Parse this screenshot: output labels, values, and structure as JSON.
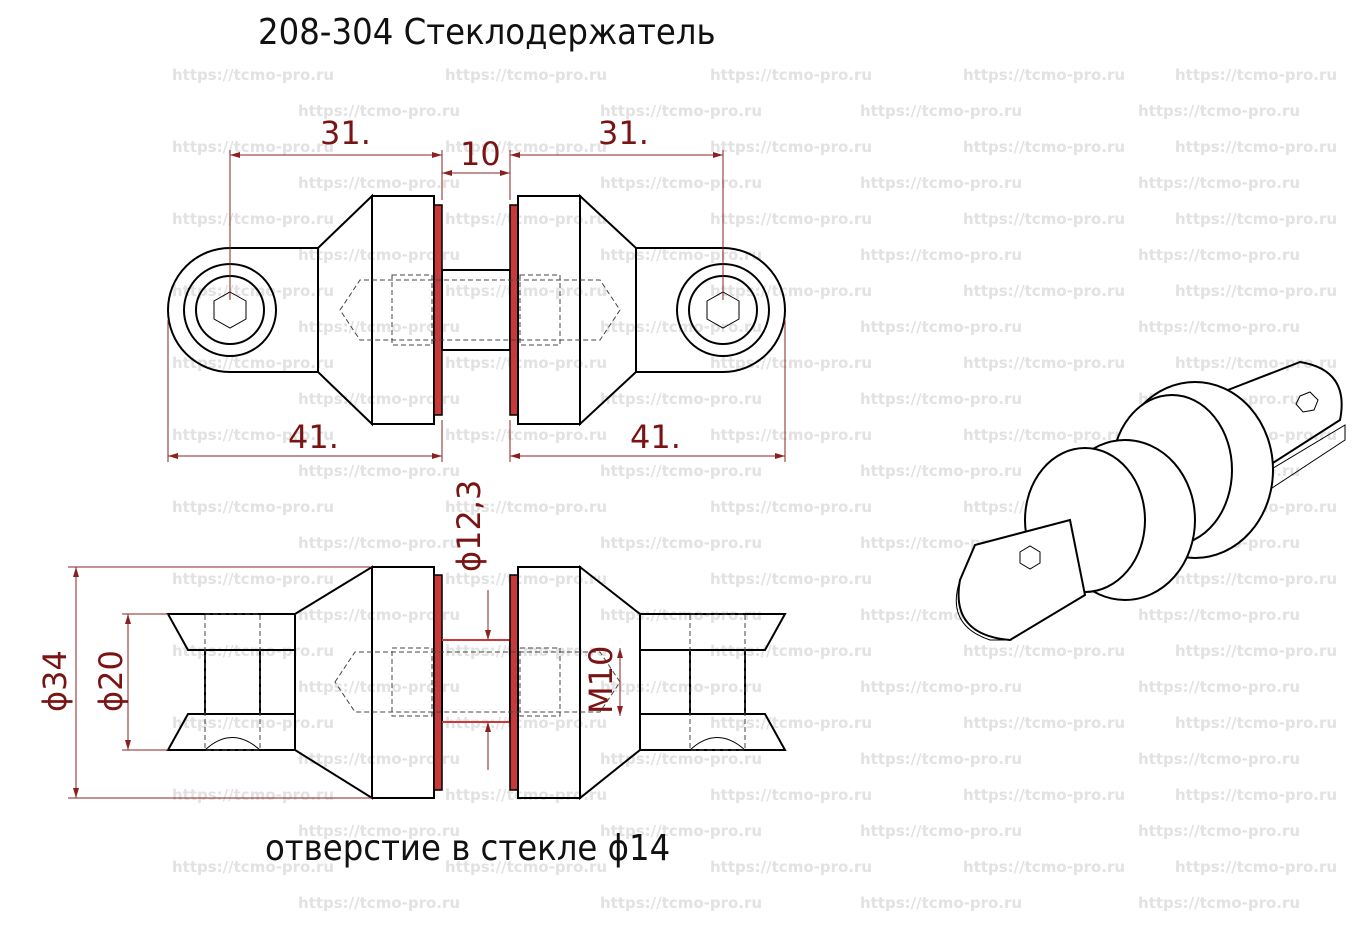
{
  "title": "208-304 Стеклодержатель",
  "note": "отверстие в стекле ϕ14",
  "watermark": "https://tcmo-pro.ru",
  "dimensions": {
    "left_top": "31.",
    "gap": "10",
    "right_top": "31.",
    "left_bottom": "41.",
    "right_bottom": "41.",
    "d_pin": "ϕ12,3",
    "d_outer": "ϕ34",
    "d_inner": "ϕ20",
    "thread": "M10"
  },
  "colors": {
    "line": "#000000",
    "dimension": "#7a1414",
    "gasket": "#c83a3a",
    "watermark": "#e2e2e2"
  }
}
